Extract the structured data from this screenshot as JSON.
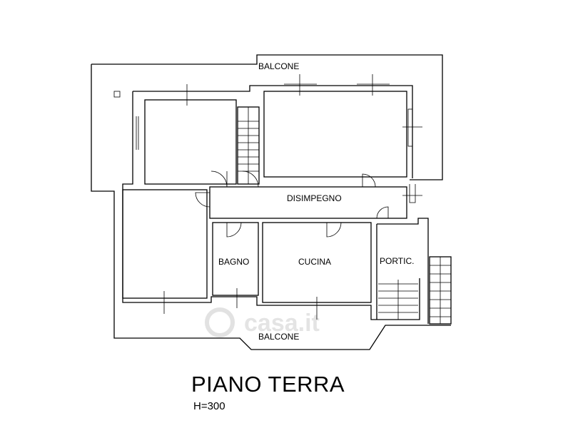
{
  "plan": {
    "title": "PIANO TERRA",
    "height_label": "H=300",
    "watermark": "casa.it",
    "rooms": {
      "balcone_top": "BALCONE",
      "disimpegno": "DISIMPEGNO",
      "bagno": "BAGNO",
      "cucina": "CUCINA",
      "portico": "PORTIC.",
      "balcone_bottom": "BALCONE"
    }
  }
}
